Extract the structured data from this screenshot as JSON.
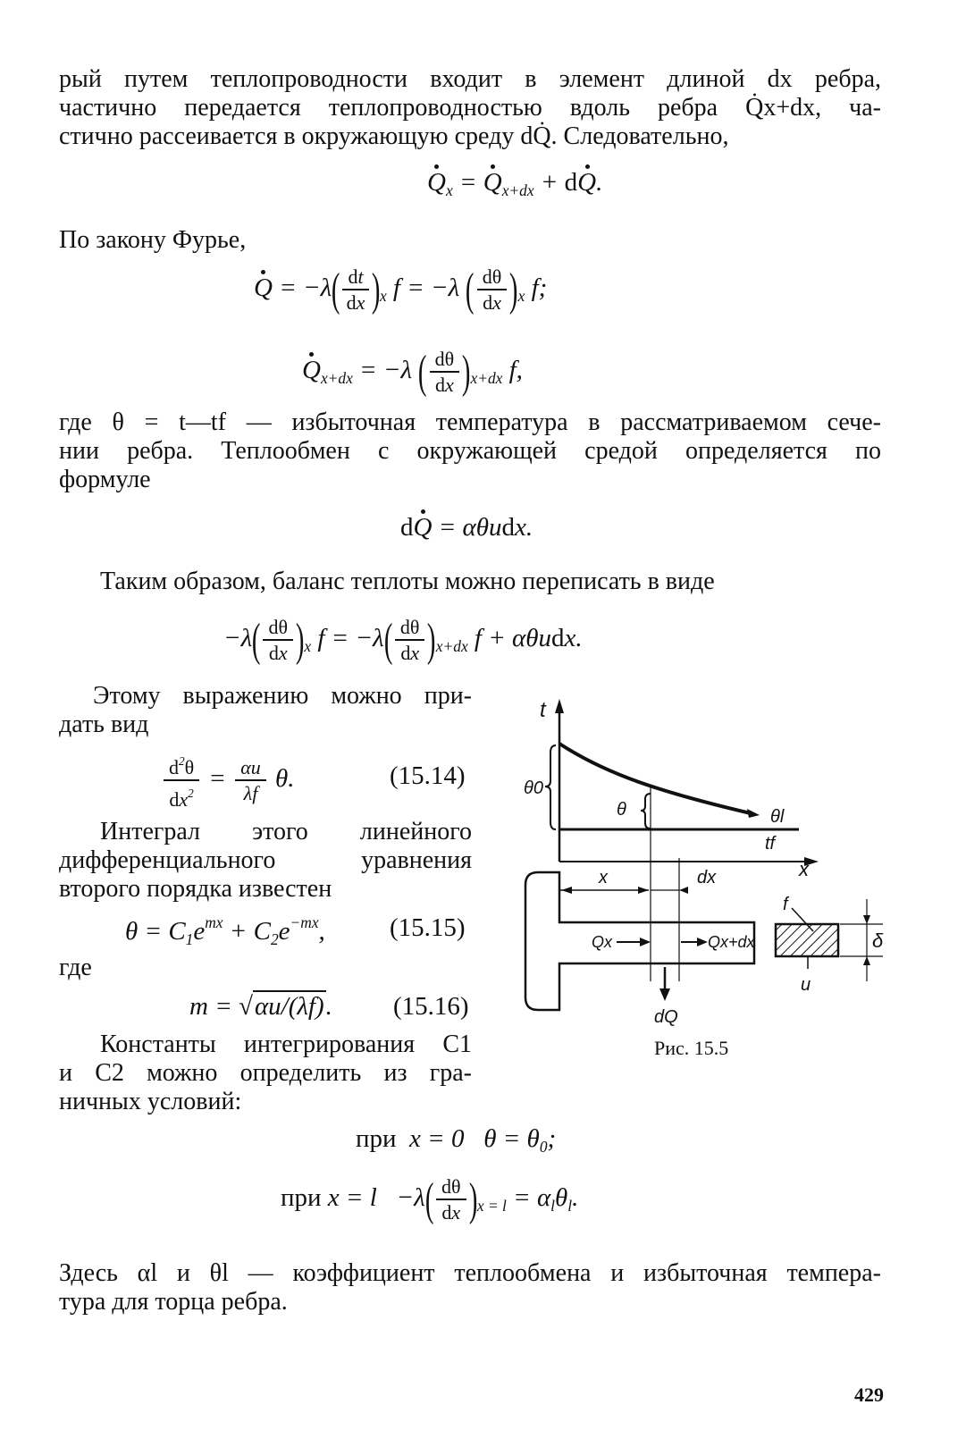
{
  "paragraphs": {
    "p1": [
      "рый путем теплопроводности входит в элемент длиной dx ребра,",
      "частично передается теплопроводностью вдоль ребра Q̇x+dx, ча-",
      "стично рассеивается в окружающую среду dQ̇. Следовательно,"
    ],
    "p2": "По закону Фурье,",
    "p3": [
      "где θ = t—tf — избыточная температура в рассматриваемом сече-",
      "нии ребра. Теплообмен с окружающей средой определяется по",
      "формуле"
    ],
    "p4": "Таким образом, баланс теплоты можно переписать в виде",
    "p5": [
      "Этому выражению можно при-",
      "дать вид"
    ],
    "p6": [
      "Интеграл этого линейного",
      "дифференциального уравнения",
      "второго порядка известен"
    ],
    "p7": "где",
    "p8": [
      "Константы интегрирования C1",
      "и C2 можно определить из гра-",
      "ничных условий:"
    ],
    "p9": [
      "Здесь αl и θl — коэффициент теплообмена и избыточная темпера-",
      "тура для торца ребра."
    ]
  },
  "equations": {
    "eq1415": "(15.14)",
    "eq1515": "(15.15)",
    "eq1516": "(15.16)",
    "bc1_pre": "при",
    "bc2_pre": "при"
  },
  "figure": {
    "caption": "Рис. 15.5",
    "labels": {
      "t": "t",
      "x": "x",
      "theta0": "θ0",
      "theta": "θ",
      "thetal": "θl",
      "tf": "tf",
      "xdim": "x",
      "dx": "dx",
      "f": "f",
      "u": "u",
      "delta": "δ",
      "qx": "Qx",
      "qxdx": "Qx+dx",
      "dq": "dQ"
    }
  },
  "page_number": "429"
}
